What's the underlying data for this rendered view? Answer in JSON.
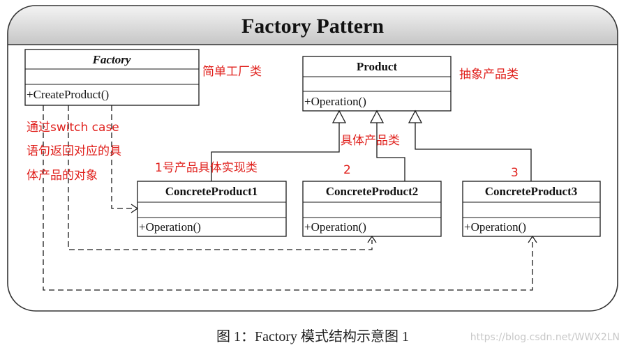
{
  "title": "Factory Pattern",
  "caption": "图 1：Factory 模式结构示意图 1",
  "watermark": "https://blog.csdn.net/WWX2LN",
  "classes": {
    "factory": {
      "name": "Factory",
      "operation": "+CreateProduct()"
    },
    "product": {
      "name": "Product",
      "operation": "+Operation()"
    },
    "concrete1": {
      "name": "ConcreteProduct1",
      "operation": "+Operation()"
    },
    "concrete2": {
      "name": "ConcreteProduct2",
      "operation": "+Operation()"
    },
    "concrete3": {
      "name": "ConcreteProduct3",
      "operation": "+Operation()"
    }
  },
  "annotations": {
    "factory": "简单工厂类",
    "product": "抽象产品类",
    "concrete": "具体产品类",
    "switch_line1": "通过switch case",
    "switch_line2": "语句返回对应的具",
    "switch_line3": "体产品的对象",
    "product1": "1号产品具体实现类",
    "product2": "2",
    "product3": "3"
  },
  "colors": {
    "annotation": "#e0201c",
    "header_gradient_top": "#f2f2f2",
    "header_gradient_bottom": "#c9c9c9"
  }
}
